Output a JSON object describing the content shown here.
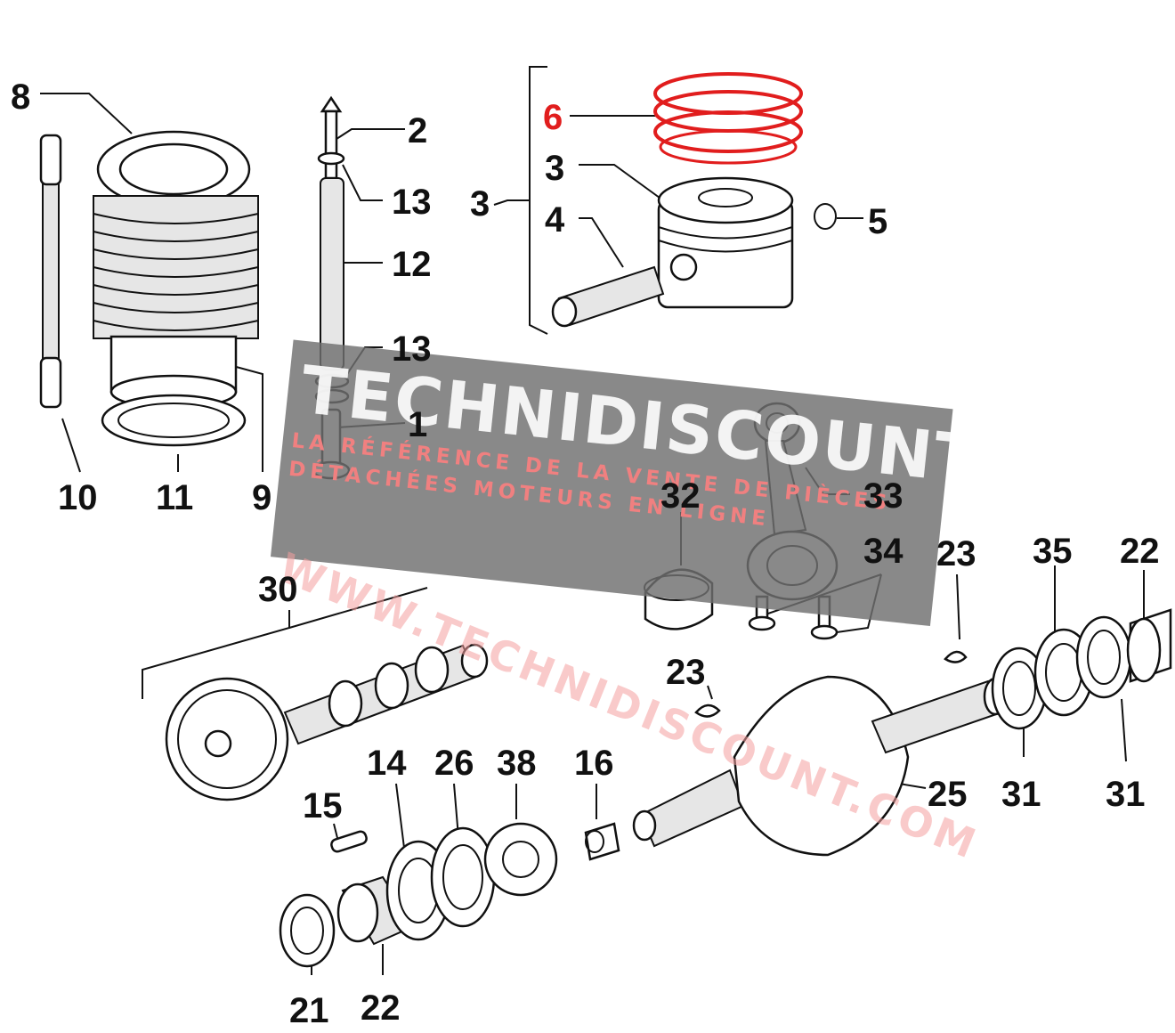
{
  "diagram": {
    "highlight_color": "#e11d1d",
    "watermark_color": "#6f6f6f",
    "part_numbers": [
      {
        "id": "8",
        "label": "8"
      },
      {
        "id": "2",
        "label": "2"
      },
      {
        "id": "13a",
        "label": "13"
      },
      {
        "id": "12",
        "label": "12"
      },
      {
        "id": "13b",
        "label": "13"
      },
      {
        "id": "1",
        "label": "1"
      },
      {
        "id": "10",
        "label": "10"
      },
      {
        "id": "11",
        "label": "11"
      },
      {
        "id": "9",
        "label": "9"
      },
      {
        "id": "6",
        "label": "6",
        "highlighted": true
      },
      {
        "id": "3a",
        "label": "3"
      },
      {
        "id": "3b",
        "label": "3"
      },
      {
        "id": "4",
        "label": "4"
      },
      {
        "id": "5",
        "label": "5"
      },
      {
        "id": "32",
        "label": "32"
      },
      {
        "id": "33",
        "label": "33"
      },
      {
        "id": "34",
        "label": "34"
      },
      {
        "id": "23a",
        "label": "23"
      },
      {
        "id": "35",
        "label": "35"
      },
      {
        "id": "22a",
        "label": "22"
      },
      {
        "id": "30",
        "label": "30"
      },
      {
        "id": "23b",
        "label": "23"
      },
      {
        "id": "14",
        "label": "14"
      },
      {
        "id": "26",
        "label": "26"
      },
      {
        "id": "38",
        "label": "38"
      },
      {
        "id": "16",
        "label": "16"
      },
      {
        "id": "15",
        "label": "15"
      },
      {
        "id": "25",
        "label": "25"
      },
      {
        "id": "31a",
        "label": "31"
      },
      {
        "id": "31b",
        "label": "31"
      },
      {
        "id": "21",
        "label": "21"
      },
      {
        "id": "22b",
        "label": "22"
      }
    ]
  },
  "watermark": {
    "brand": "TECHNIDISCOUNT",
    "tagline_1": "LA RÉFÉRENCE DE LA VENTE DE PIÈCES",
    "tagline_2": "DÉTACHÉES MOTEURS EN LIGNE",
    "url": "WWW.TECHNIDISCOUNT.COM"
  }
}
